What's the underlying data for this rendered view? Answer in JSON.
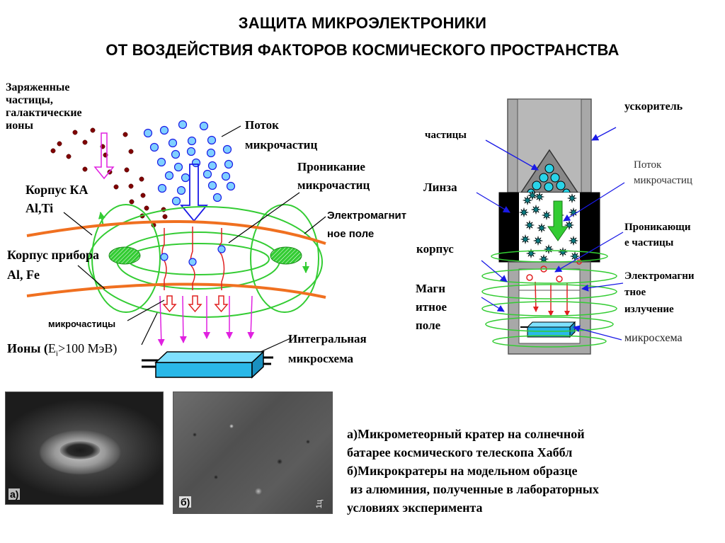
{
  "title": {
    "line1": "ЗАЩИТА МИКРОЭЛЕКТРОНИКИ",
    "line2": "ОТ ВОЗДЕЙСТВИЯ ФАКТОРОВ КОСМИЧЕСКОГО ПРОСТРАНСТВА"
  },
  "left_diagram": {
    "charged_particles": [
      "Заряженные",
      "частицы,",
      "галактические",
      "ионы"
    ],
    "flow": [
      "Поток",
      "микрочастиц"
    ],
    "penetration": [
      "Проникание",
      "микрочастиц"
    ],
    "housing_ka": [
      "Корпус КА",
      "Al,Ti"
    ],
    "em_field": [
      "Электромагнит",
      "ное поле"
    ],
    "device_housing": [
      "Корпус прибора",
      "Al, Fe"
    ],
    "microparticles": "микрочастицы",
    "ions_prefix": "Ионы (",
    "ions_e": "E",
    "ions_sub": "i",
    "ions_suffix": ">100 МэВ)",
    "ic": [
      "Интегральная",
      "микросхема"
    ]
  },
  "right_diagram": {
    "accelerator": "ускоритель",
    "particles": "частицы",
    "flow": [
      "Поток",
      "микрочастиц"
    ],
    "lens": "Линза",
    "penetrating": [
      "Проникающи",
      "е частицы"
    ],
    "housing": "корпус",
    "em_radiation": [
      "Электромагни",
      "тное",
      "излучение"
    ],
    "magnetic_field": [
      "Магн",
      "итное",
      "поле"
    ],
    "microchip": "микросхема"
  },
  "photos": {
    "a_label": "а)",
    "b_label": "б)",
    "b_mark": "1ц"
  },
  "caption": [
    "а)Микрометеорный кратер на солнечной",
    "батарее космического телескопа Хаббл",
    "б)Микрократеры на модельном образце",
    " из алюминия, полученные в лабораторных",
    "условиях эксперимента"
  ],
  "colors": {
    "orange": "#f07020",
    "green": "#33cc33",
    "blue": "#1a1ae6",
    "red": "#e02020",
    "magenta": "#e020e0",
    "cyan": "#2ad4e8",
    "gray": "#a8a8a8",
    "dark_red": "#800000"
  }
}
